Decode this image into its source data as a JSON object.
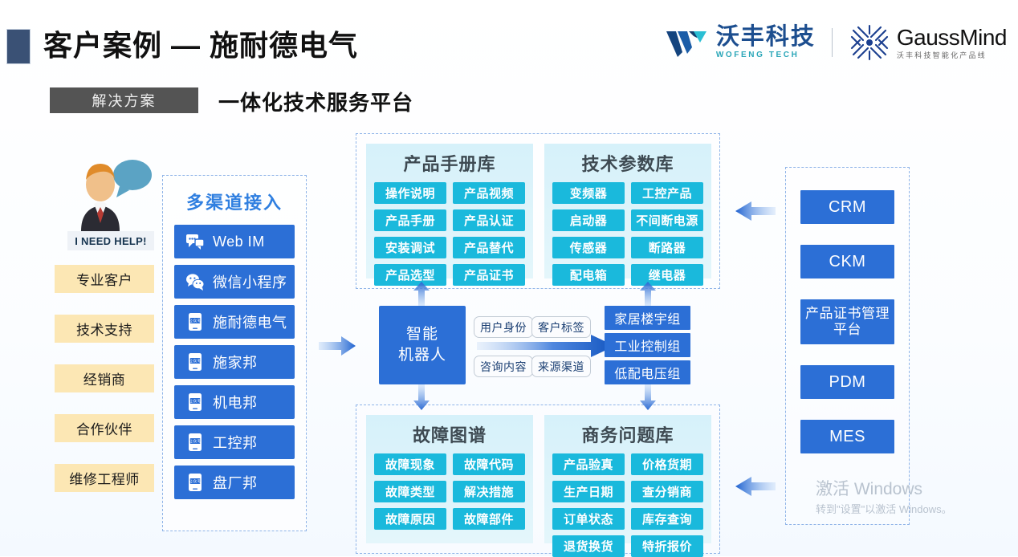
{
  "header": {
    "title": "客户案例 — 施耐德电气",
    "solution_badge": "解决方案",
    "solution_title": "一体化技术服务平台",
    "logos": {
      "wofeng_cn": "沃丰科技",
      "wofeng_en": "WOFENG TECH",
      "gauss_en": "GaussMind",
      "gauss_cn": "沃丰科技智能化产品线"
    },
    "colors": {
      "marker": "#3a5175",
      "badge_bg": "#545454",
      "brand_blue": "#1c4e8f",
      "accent_teal": "#2aa6b8"
    }
  },
  "persona": {
    "caption": "I NEED HELP!",
    "items": [
      {
        "label": "专业客户"
      },
      {
        "label": "技术支持"
      },
      {
        "label": "经销商"
      },
      {
        "label": "合作伙伴"
      },
      {
        "label": "维修工程师"
      }
    ],
    "color": "#fce7b4"
  },
  "channels": {
    "title": "多渠道接入",
    "color": "#2c6fd6",
    "items": [
      {
        "label": "Web IM",
        "icon": "chat-bubbles-icon"
      },
      {
        "label": "微信小程序",
        "icon": "wechat-icon"
      },
      {
        "label": "施耐德电气",
        "icon": "official-account-icon"
      },
      {
        "label": "施家邦",
        "icon": "official-account-icon"
      },
      {
        "label": "机电邦",
        "icon": "official-account-icon"
      },
      {
        "label": "工控邦",
        "icon": "official-account-icon"
      },
      {
        "label": "盘厂邦",
        "icon": "official-account-icon"
      }
    ]
  },
  "knowledge": {
    "chip_color": "#1ab9dc",
    "top": [
      {
        "title": "产品手册库",
        "chips": [
          "操作说明",
          "产品视频",
          "产品手册",
          "产品认证",
          "安装调试",
          "产品替代",
          "产品选型",
          "产品证书"
        ]
      },
      {
        "title": "技术参数库",
        "chips": [
          "变频器",
          "工控产品",
          "启动器",
          "不间断电源",
          "传感器",
          "断路器",
          "配电箱",
          "继电器"
        ]
      }
    ],
    "bottom": [
      {
        "title": "故障图谱",
        "chips": [
          "故障现象",
          "故障代码",
          "故障类型",
          "解决措施",
          "故障原因",
          "故障部件"
        ]
      },
      {
        "title": "商务问题库",
        "chips": [
          "产品验真",
          "价格货期",
          "生产日期",
          "查分销商",
          "订单状态",
          "库存查询",
          "退货换货",
          "特折报价"
        ]
      }
    ]
  },
  "center": {
    "robot_line1": "智能",
    "robot_line2": "机器人",
    "tags": [
      "用户身份",
      "客户标签",
      "咨询内容",
      "来源渠道"
    ],
    "groups": [
      "家居楼宇组",
      "工业控制组",
      "低配电压组"
    ]
  },
  "systems": {
    "items": [
      {
        "label": "CRM"
      },
      {
        "label": "CKM"
      },
      {
        "label": "产品证书管理平台"
      },
      {
        "label": "PDM"
      },
      {
        "label": "MES"
      }
    ],
    "color": "#2c6fd6"
  },
  "watermark": {
    "line1": "激活 Windows",
    "line2": "转到\"设置\"以激活 Windows。"
  }
}
